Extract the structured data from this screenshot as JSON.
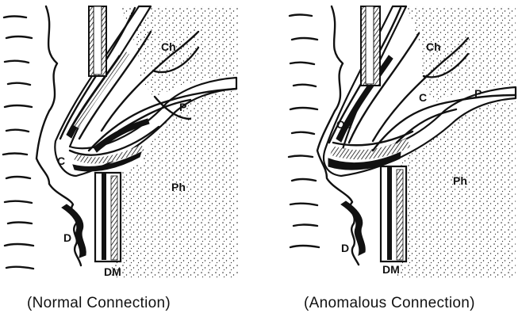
{
  "panels": [
    {
      "caption": "(Normal Connection)",
      "labels": {
        "ch": "Ch",
        "p": "P",
        "c": "C",
        "ph": "Ph",
        "d": "D",
        "dm": "DM"
      }
    },
    {
      "caption": "(Anomalous Connection)",
      "labels": {
        "ch": "Ch",
        "p": "P",
        "c": "C",
        "od": "Od",
        "ph": "Ph",
        "d": "D",
        "dm": "DM"
      }
    }
  ]
}
